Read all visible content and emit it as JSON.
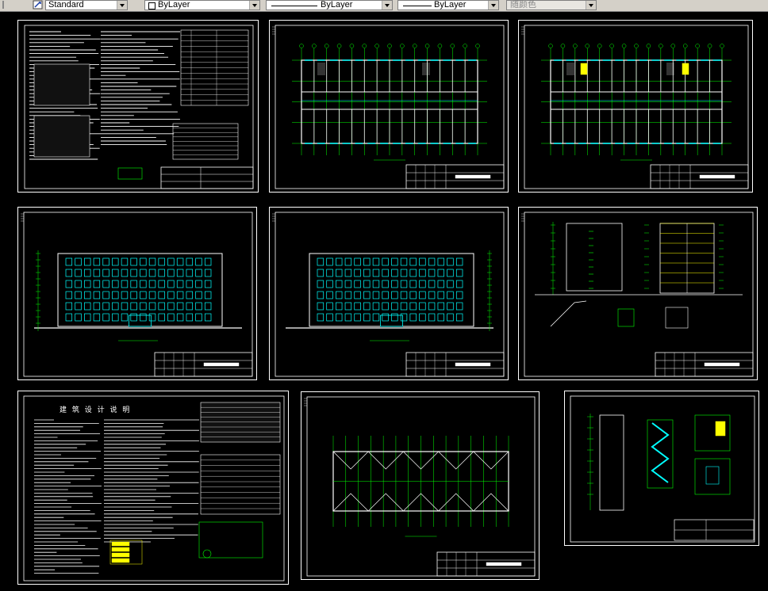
{
  "toolbar": {
    "textstyle": "Standard",
    "layer": "ByLayer",
    "linetype": "ByLayer",
    "lineweight": "ByLayer",
    "plotstyle": "随颜色"
  },
  "sheets": [
    {
      "id": 1,
      "type": "notes"
    },
    {
      "id": 2,
      "type": "plan"
    },
    {
      "id": 3,
      "type": "plan"
    },
    {
      "id": 4,
      "type": "elevation"
    },
    {
      "id": 5,
      "type": "elevation"
    },
    {
      "id": 6,
      "type": "sections"
    },
    {
      "id": 7,
      "type": "notes2",
      "heading": "建 筑 设 计 说 明"
    },
    {
      "id": 8,
      "type": "roofplan"
    },
    {
      "id": 9,
      "type": "stair"
    }
  ],
  "colors": {
    "background": "#000000",
    "frame": "#ffffff",
    "grid": "#00ff00",
    "wall": "#ffffff",
    "window": "#00ffff",
    "highlight": "#ffff00",
    "dim": "#00ff66"
  }
}
